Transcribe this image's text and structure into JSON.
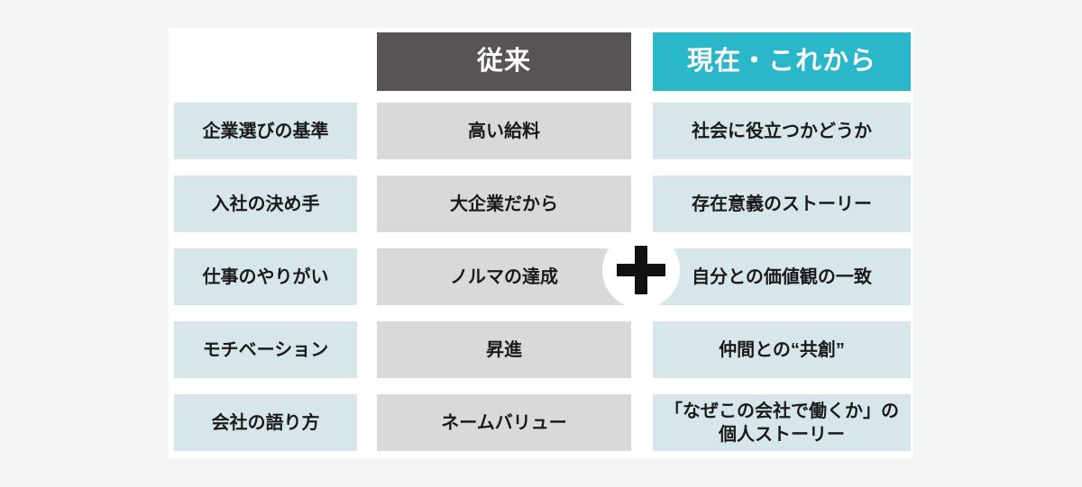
{
  "colors": {
    "page_bg": "#f4f6f6",
    "card_bg": "#ffffff",
    "traditional_header_bg": "#595454",
    "modern_header_bg": "#29b7c9",
    "label_cell_bg": "#d7e6eb",
    "traditional_cell_bg": "#d9d9d8",
    "modern_cell_bg": "#d7e6eb",
    "header_text": "#ffffff",
    "cell_text": "#1a1a1a",
    "plus_color": "#111111"
  },
  "icons": {
    "plus": "plus-icon"
  },
  "table": {
    "headers": {
      "traditional": "従来",
      "modern": "現在・これから"
    },
    "rows": [
      {
        "label": "企業選びの基準",
        "traditional": "高い給料",
        "modern": "社会に役立つかどうか"
      },
      {
        "label": "入社の決め手",
        "traditional": "大企業だから",
        "modern": "存在意義のストーリー"
      },
      {
        "label": "仕事のやりがい",
        "traditional": "ノルマの達成",
        "modern": "自分との価値観の一致"
      },
      {
        "label": "モチベーション",
        "traditional": "昇進",
        "modern": "仲間との“共創”"
      },
      {
        "label": "会社の語り方",
        "traditional": "ネームバリュー",
        "modern": "「なぜこの会社で働くか」の\n個人ストーリー"
      }
    ]
  },
  "chart_data": {
    "type": "table",
    "title": "",
    "columns": [
      "",
      "従来",
      "現在・これから"
    ],
    "rows": [
      [
        "企業選びの基準",
        "高い給料",
        "社会に役立つかどうか"
      ],
      [
        "入社の決め手",
        "大企業だから",
        "存在意義のストーリー"
      ],
      [
        "仕事のやりがい",
        "ノルマの達成",
        "自分との価値観の一致"
      ],
      [
        "モチベーション",
        "昇進",
        "仲間との“共創”"
      ],
      [
        "会社の語り方",
        "ネームバリュー",
        "「なぜこの会社で働くか」の個人ストーリー"
      ]
    ]
  }
}
